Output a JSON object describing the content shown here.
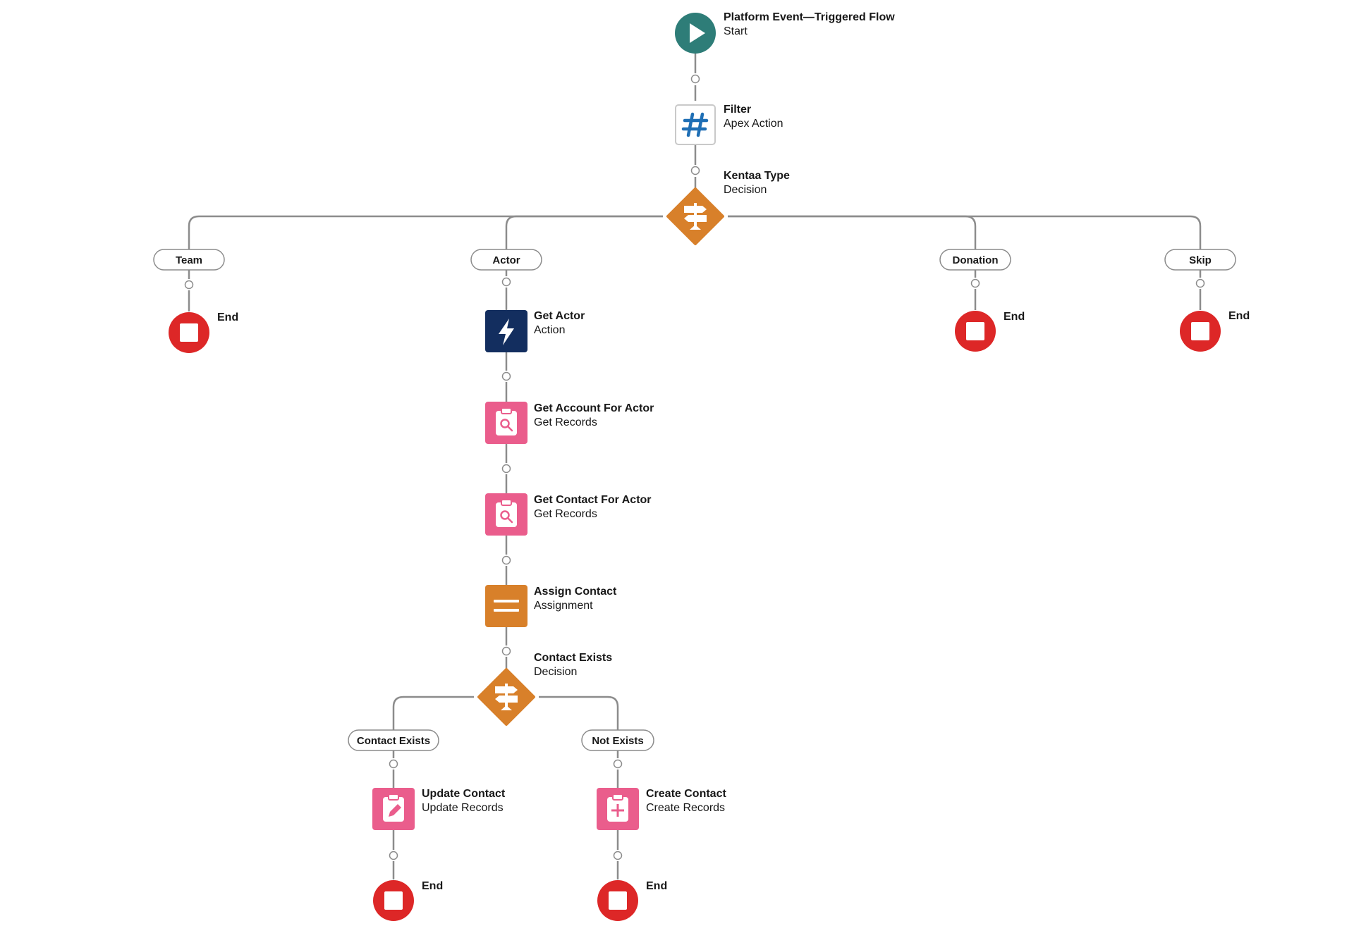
{
  "colors": {
    "start": "#2e7d78",
    "apex_border": "#c9c9c9",
    "apex_glyph": "#1f6fb5",
    "decision": "#d8802a",
    "action": "#132e5f",
    "records": "#ea5d8c",
    "assignment": "#d8802a",
    "end": "#dd2727",
    "connector": "#8c8c8c"
  },
  "nodes": {
    "start": {
      "title": "Platform Event—Triggered Flow",
      "subtitle": "Start",
      "icon": "play-icon"
    },
    "filter": {
      "title": "Filter",
      "subtitle": "Apex Action",
      "icon": "hashtag-icon"
    },
    "kentaa_type": {
      "title": "Kentaa Type",
      "subtitle": "Decision",
      "icon": "decision-icon"
    },
    "end_team": {
      "title": "End",
      "icon": "stop-icon"
    },
    "get_actor": {
      "title": "Get Actor",
      "subtitle": "Action",
      "icon": "lightning-icon"
    },
    "get_account": {
      "title": "Get Account For Actor",
      "subtitle": "Get Records",
      "icon": "clipboard-search-icon"
    },
    "get_contact": {
      "title": "Get Contact For Actor",
      "subtitle": "Get Records",
      "icon": "clipboard-search-icon"
    },
    "assign_contact": {
      "title": "Assign Contact",
      "subtitle": "Assignment",
      "icon": "equals-icon"
    },
    "contact_exists": {
      "title": "Contact Exists",
      "subtitle": "Decision",
      "icon": "decision-icon"
    },
    "update_contact": {
      "title": "Update Contact",
      "subtitle": "Update Records",
      "icon": "clipboard-edit-icon"
    },
    "create_contact": {
      "title": "Create Contact",
      "subtitle": "Create Records",
      "icon": "clipboard-add-icon"
    },
    "end_update": {
      "title": "End",
      "icon": "stop-icon"
    },
    "end_create": {
      "title": "End",
      "icon": "stop-icon"
    },
    "end_donation": {
      "title": "End",
      "icon": "stop-icon"
    },
    "end_skip": {
      "title": "End",
      "icon": "stop-icon"
    }
  },
  "branches": {
    "team": "Team",
    "actor": "Actor",
    "donation": "Donation",
    "skip": "Skip",
    "contact_exists": "Contact Exists",
    "not_exists": "Not Exists"
  }
}
